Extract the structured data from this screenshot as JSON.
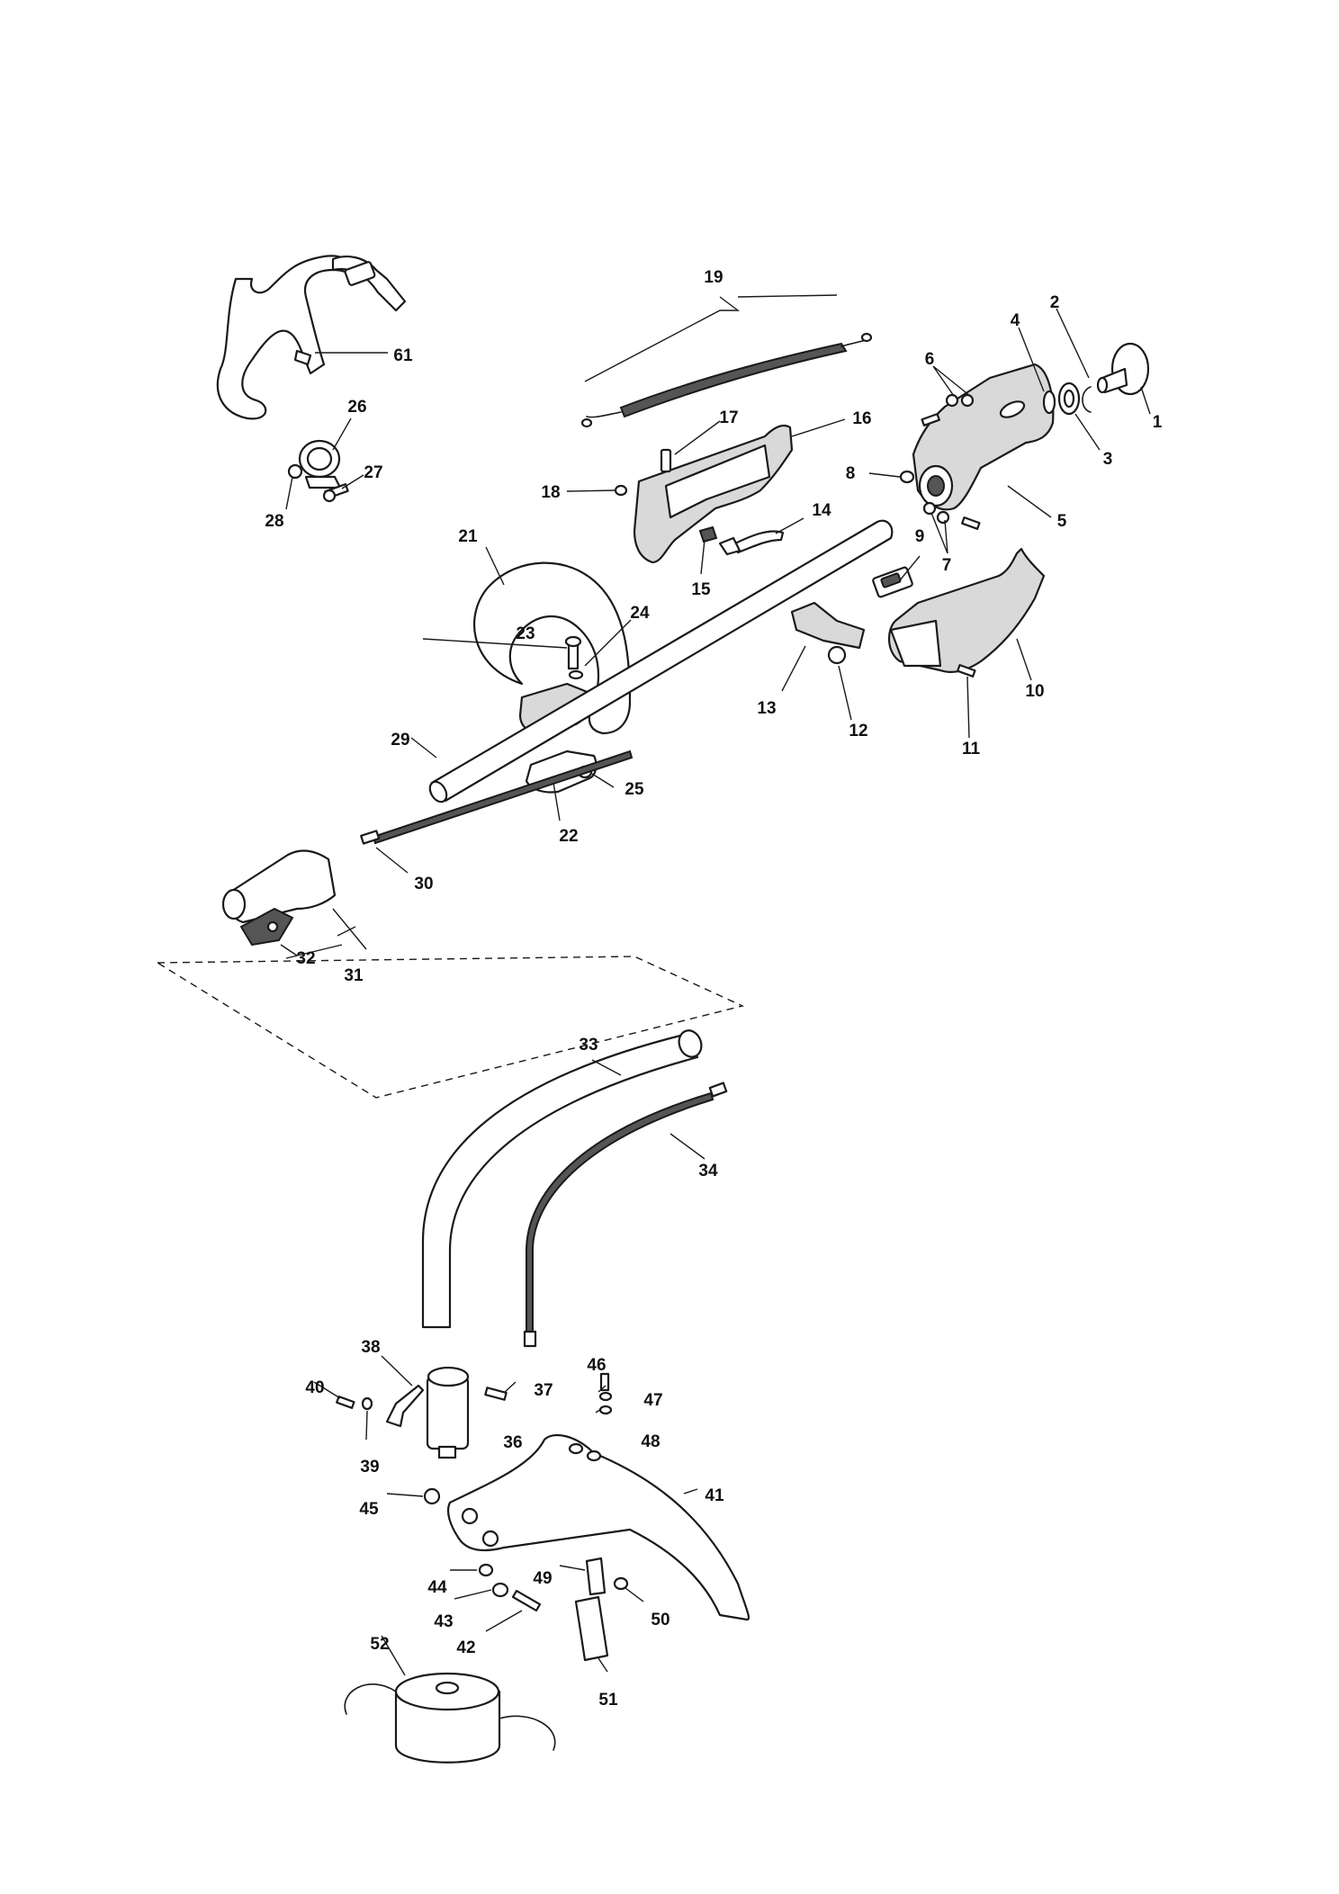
{
  "labels": {
    "l1": "1",
    "l2": "2",
    "l3": "3",
    "l4": "4",
    "l5": "5",
    "l6": "6",
    "l7": "7",
    "l8": "8",
    "l9": "9",
    "l10": "10",
    "l11": "11",
    "l12": "12",
    "l13": "13",
    "l14": "14",
    "l15": "15",
    "l16": "16",
    "l17": "17",
    "l18": "18",
    "l19": "19",
    "l21": "21",
    "l22": "22",
    "l23": "23",
    "l24": "24",
    "l25": "25",
    "l26": "26",
    "l27": "27",
    "l28": "28",
    "l29": "29",
    "l30": "30",
    "l31": "31",
    "l32": "32",
    "l33": "33",
    "l34": "34",
    "l36": "36",
    "l37": "37",
    "l38": "38",
    "l39": "39",
    "l40": "40",
    "l41": "41",
    "l42": "42",
    "l43": "43",
    "l44": "44",
    "l45": "45",
    "l46": "46",
    "l47": "47",
    "l48": "48",
    "l49": "49",
    "l50": "50",
    "l51": "51",
    "l52": "52",
    "l61": "61"
  }
}
